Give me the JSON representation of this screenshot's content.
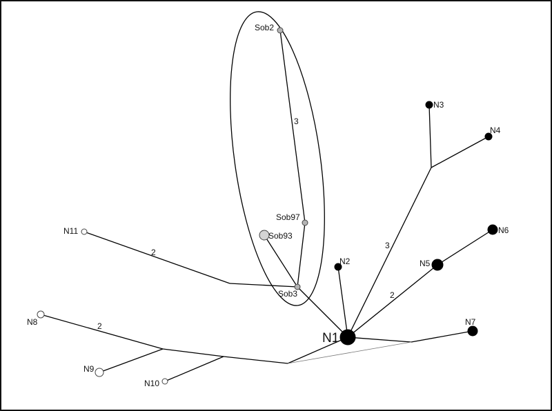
{
  "nodes": {
    "Sob2": "Sob2",
    "Sob97": "Sob97",
    "Sob93": "Sob93",
    "Sob3": "Sob3",
    "N1": "N1",
    "N2": "N2",
    "N3": "N3",
    "N4": "N4",
    "N5": "N5",
    "N6": "N6",
    "N7": "N7",
    "N8": "N8",
    "N9": "N9",
    "N10": "N10",
    "N11": "N11"
  },
  "edge_labels": {
    "sob2_sob97": "3",
    "n11_branch": "2",
    "n1_n3n4": "3",
    "n1_n5": "2",
    "n8_branch": "2"
  },
  "colors": {
    "sob_fill": "#b4b4b4",
    "sob93_fill": "#d4d4d4",
    "n_black": "#000000",
    "n_white": "#ffffff"
  }
}
